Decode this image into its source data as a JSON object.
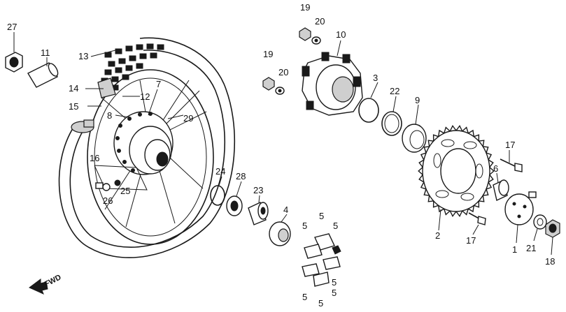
{
  "callouts": {
    "c1": "1",
    "c2": "2",
    "c3": "3",
    "c4": "4",
    "c5a": "5",
    "c5b": "5",
    "c5c": "5",
    "c5d": "5",
    "c5e": "5",
    "c5f": "5",
    "c5g": "5",
    "c6": "6",
    "c7": "7",
    "c8": "8",
    "c9": "9",
    "c10": "10",
    "c11": "11",
    "c12": "12",
    "c13": "13",
    "c14": "14",
    "c15": "15",
    "c16": "16",
    "c17a": "17",
    "c17b": "17",
    "c18": "18",
    "c19a": "19",
    "c19b": "19",
    "c20a": "20",
    "c20b": "20",
    "c21": "21",
    "c22": "22",
    "c23": "23",
    "c24": "24",
    "c25": "25",
    "c26": "26",
    "c27": "27",
    "c28": "28",
    "c29": "29"
  },
  "direction_marker": "FWD",
  "colors": {
    "ink": "#1a1a1a",
    "paper": "#ffffff"
  }
}
